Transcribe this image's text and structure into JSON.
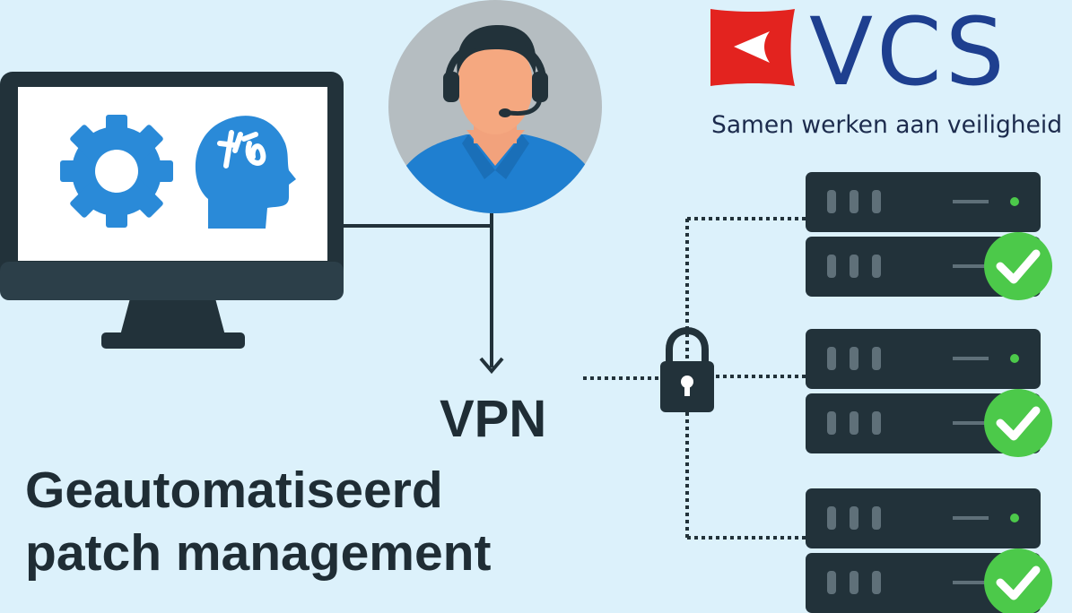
{
  "logo": {
    "brand": "VCS",
    "tagline": "Samen werken aan veiligheid"
  },
  "labels": {
    "vpn": "VPN",
    "title_line1": "Geautomatiseerd",
    "title_line2": "patch management"
  },
  "icons": [
    "monitor-icon",
    "gear-icon",
    "brain-head-icon",
    "support-agent-avatar",
    "lock-icon",
    "server-icon",
    "check-icon"
  ],
  "colors": {
    "background": "#dcf1fb",
    "dark": "#22323a",
    "accent_blue": "#2a8ad8",
    "check_green": "#4cc94a",
    "brand_red": "#e3231f",
    "brand_blue": "#1e3f8f"
  },
  "servers": [
    {
      "status": "ok"
    },
    {
      "status": "ok"
    },
    {
      "status": "ok"
    }
  ]
}
